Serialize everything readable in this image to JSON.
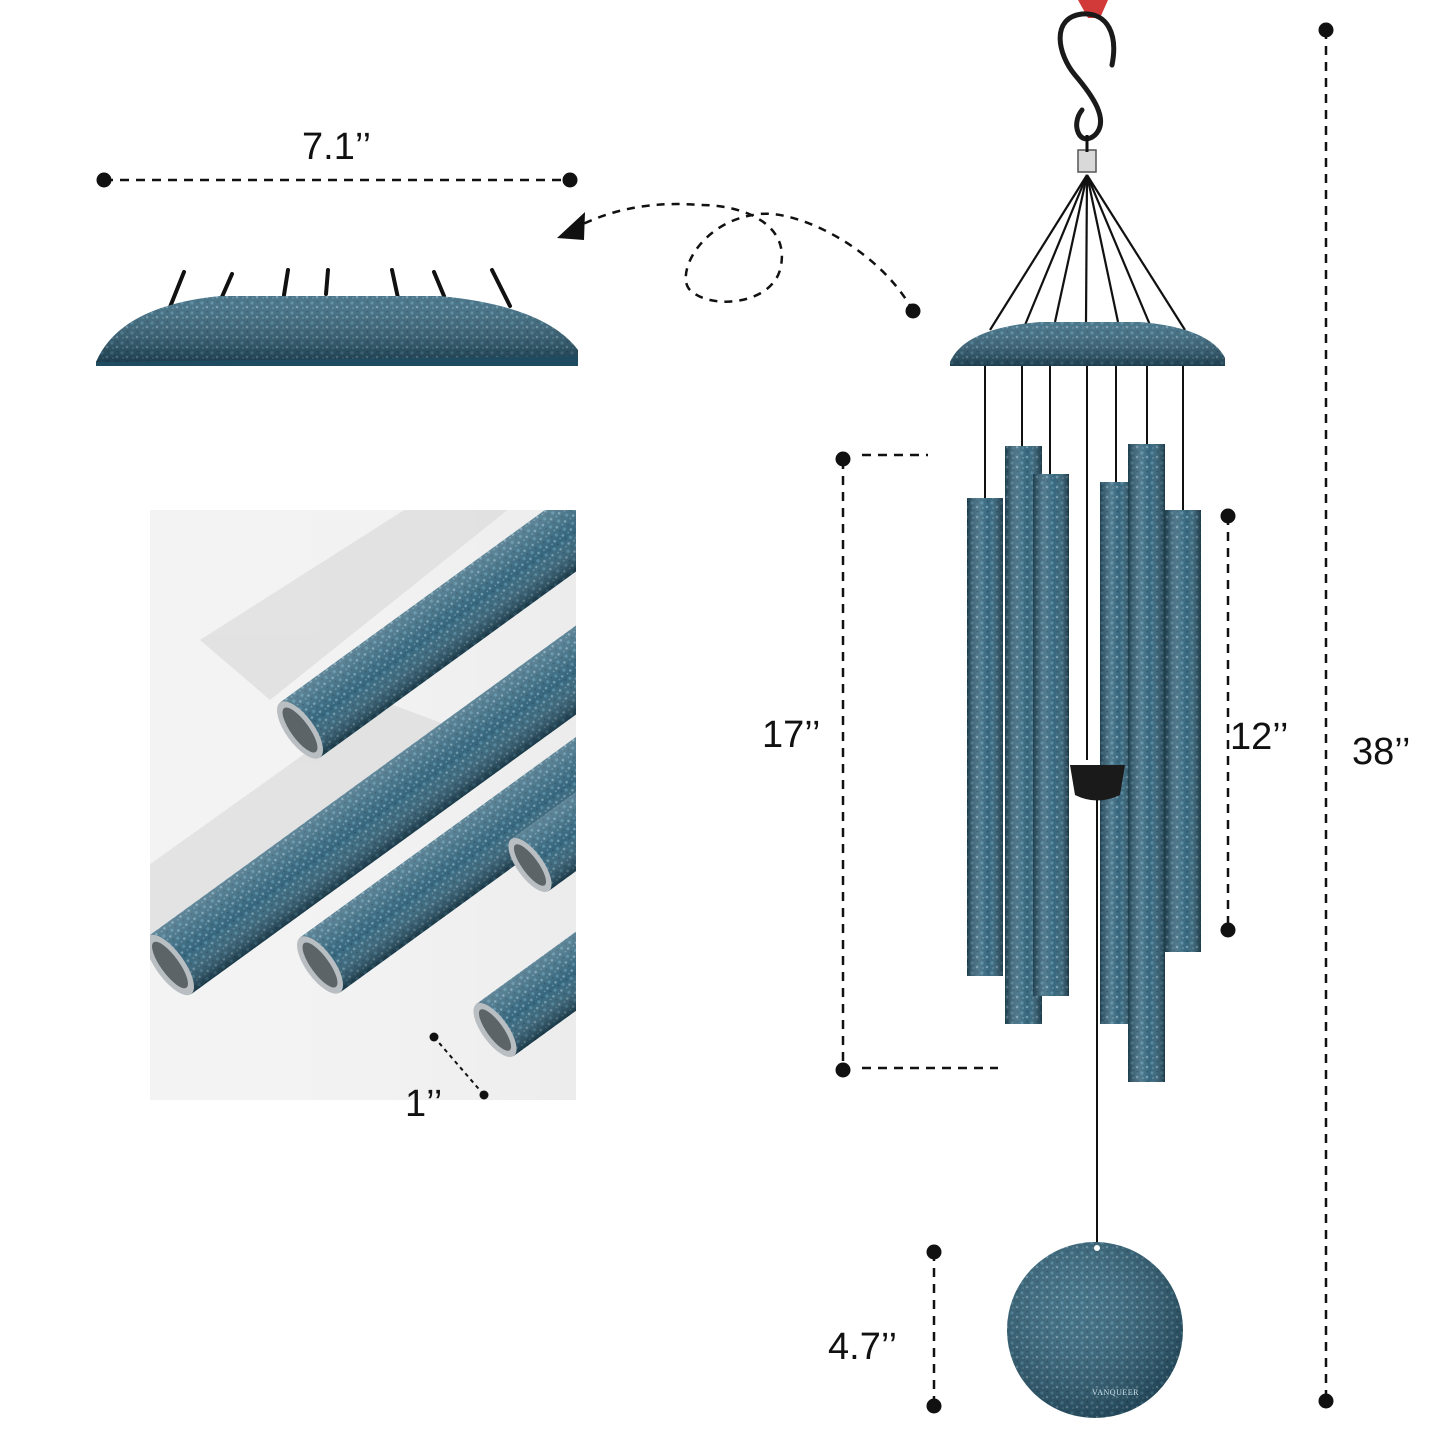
{
  "dimensions": {
    "cap_width": "7.1’’",
    "tube_diameter": "1’’",
    "longest_tube": "17’’",
    "shortest_tube": "12’’",
    "overall_length": "38’’",
    "sail_diameter": "4.7’’"
  },
  "brand": "VANQUEER",
  "colors": {
    "metal": "#2c5f77",
    "metal_light": "#4f8aa3",
    "metal_dark": "#1d4154",
    "line": "#111111",
    "hook_clip": "#d23a3a",
    "striker": "#1a1a1a"
  }
}
